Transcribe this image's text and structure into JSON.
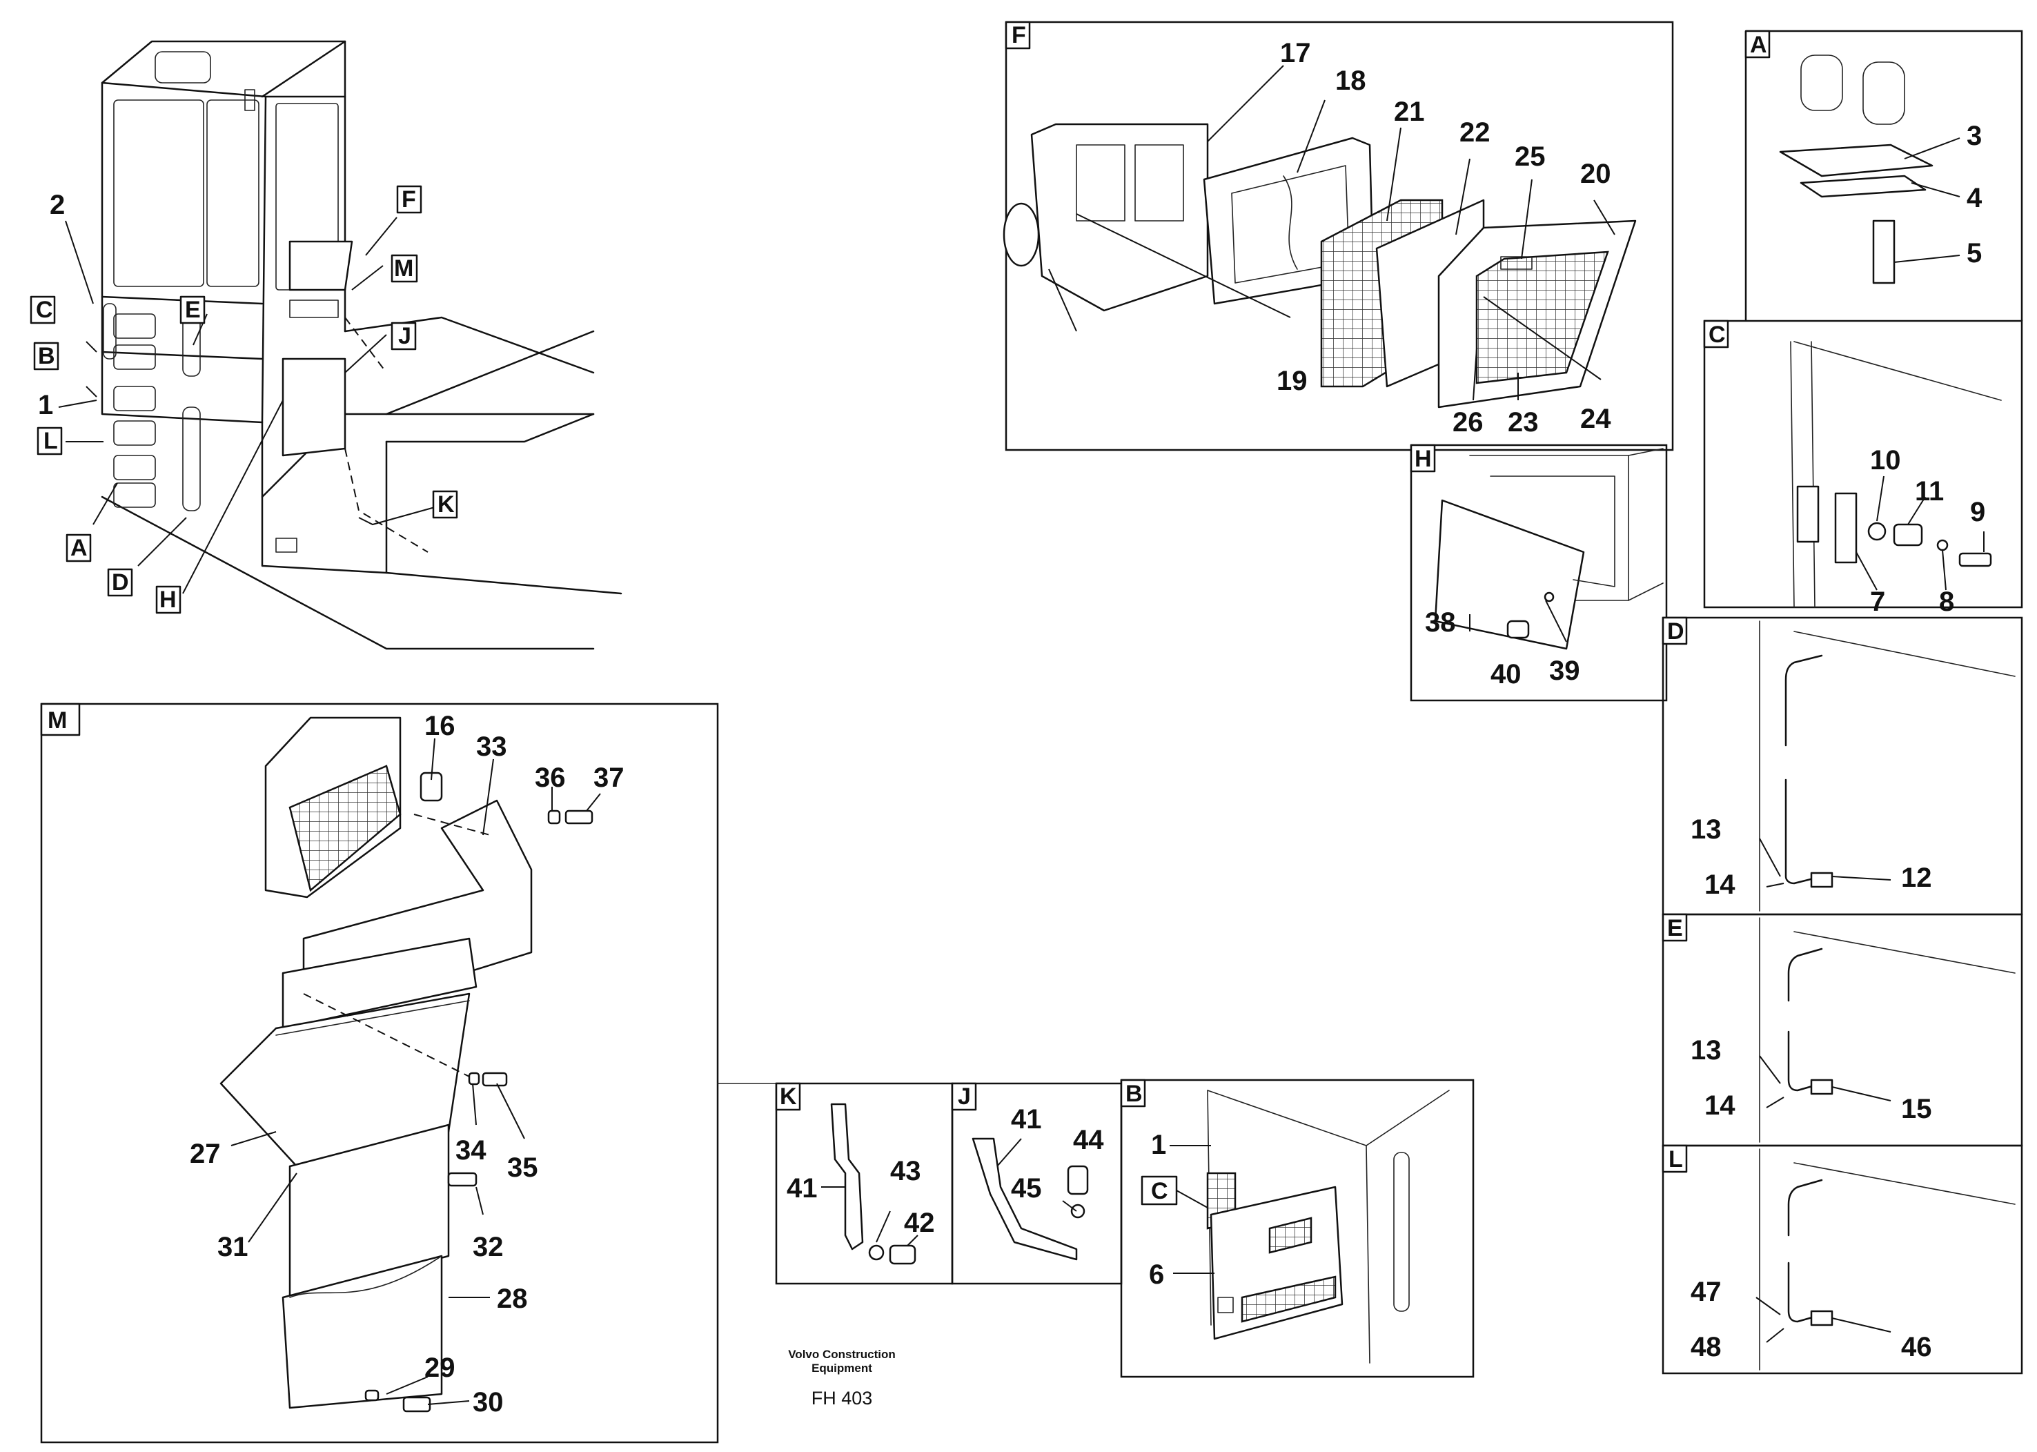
{
  "overview_callouts": [
    "C",
    "B",
    "L",
    "A",
    "D",
    "H",
    "E",
    "F",
    "M",
    "J",
    "K"
  ],
  "overview_numbers": [
    "2",
    "1"
  ],
  "panels": {
    "F": {
      "letter": "F",
      "parts": [
        "17",
        "18",
        "21",
        "22",
        "25",
        "20",
        "19",
        "26",
        "23",
        "24"
      ]
    },
    "A": {
      "letter": "A",
      "parts": [
        "3",
        "4",
        "5"
      ]
    },
    "C": {
      "letter": "C",
      "parts": [
        "10",
        "11",
        "9",
        "7",
        "8"
      ]
    },
    "H": {
      "letter": "H",
      "parts": [
        "38",
        "40",
        "39"
      ]
    },
    "D": {
      "letter": "D",
      "parts": [
        "13",
        "14",
        "12"
      ]
    },
    "E": {
      "letter": "E",
      "parts": [
        "13",
        "14",
        "15"
      ]
    },
    "L": {
      "letter": "L",
      "parts": [
        "47",
        "48",
        "46"
      ]
    },
    "M": {
      "letter": "M",
      "parts": [
        "16",
        "33",
        "36",
        "37",
        "27",
        "34",
        "35",
        "31",
        "32",
        "28",
        "29",
        "30"
      ]
    },
    "K": {
      "letter": "K",
      "parts": [
        "41",
        "43",
        "42"
      ]
    },
    "J": {
      "letter": "J",
      "parts": [
        "41",
        "44",
        "45"
      ]
    },
    "B": {
      "letter": "B",
      "inset": "C",
      "parts": [
        "1",
        "6"
      ]
    }
  },
  "footer": {
    "company_line1": "Volvo Construction",
    "company_line2": "Equipment",
    "code": "FH 403"
  }
}
